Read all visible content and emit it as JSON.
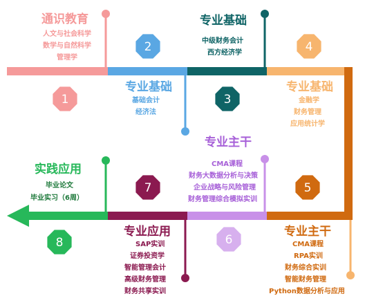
{
  "colors": {
    "pink": "#f59a9a",
    "blue": "#5aa7e3",
    "teal": "#0f6466",
    "peach": "#f7b56e",
    "orange": "#d06a10",
    "violet": "#c890e8",
    "maroon": "#8b1a50",
    "green": "#27b85a"
  },
  "stages": [
    {
      "number": "1",
      "title": "通识教育",
      "items": [
        "人文与社会科学",
        "数学与自然科学",
        "管理学"
      ]
    },
    {
      "number": "2",
      "title": "专业基础",
      "items": [
        "基础会计",
        "经济法"
      ]
    },
    {
      "number": "3",
      "title": "专业基础",
      "items": [
        "中级财务会计",
        "西方经济学"
      ]
    },
    {
      "number": "4",
      "title": "专业基础",
      "items": [
        "金融学",
        "财务管理",
        "应用统计学"
      ]
    },
    {
      "number": "5",
      "title": "专业主干",
      "items": [
        "CMA课程",
        "财务大数据分析与决策",
        "企业战略与风险管理",
        "财务管理综合模拟实训"
      ]
    },
    {
      "number": "6",
      "title": "专业主干",
      "items": [
        "CMA课程",
        "RPA实训",
        "财务综合实训",
        "智能财务管理",
        "Python数据分析与应用"
      ]
    },
    {
      "number": "7",
      "title": "专业应用",
      "items": [
        "SAP实训",
        "证券投资学",
        "智能管理会计",
        "高级财务管理",
        "财务共享实训"
      ]
    },
    {
      "number": "8",
      "title": "实践应用",
      "items": [
        "毕业论文",
        "毕业实习（6周）"
      ]
    }
  ]
}
